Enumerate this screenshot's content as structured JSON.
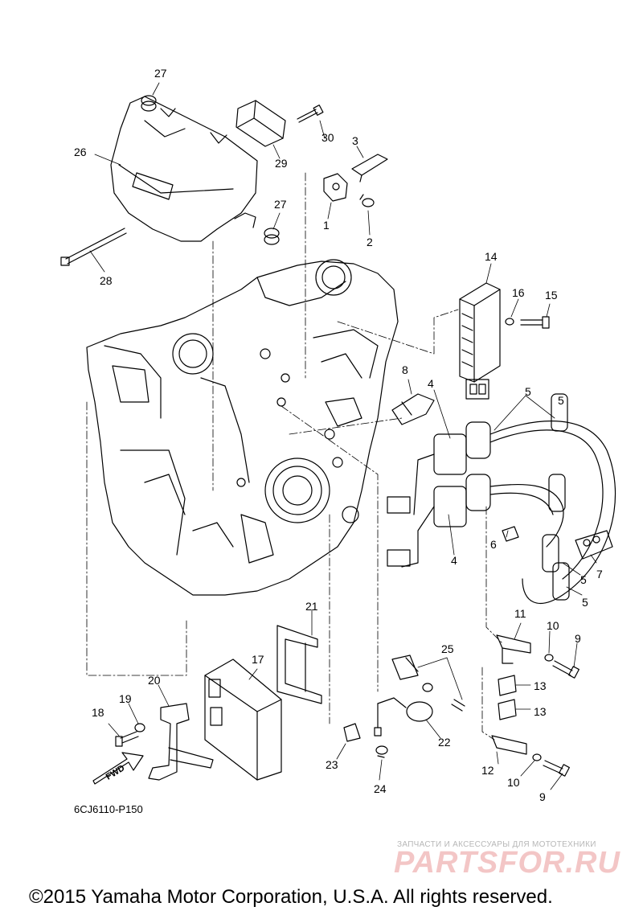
{
  "callouts": {
    "c27a": "27",
    "c26": "26",
    "c30": "30",
    "c29": "29",
    "c3": "3",
    "c1": "1",
    "c2": "2",
    "c27b": "27",
    "c28": "28",
    "c14": "14",
    "c16": "16",
    "c15": "15",
    "c8": "8",
    "c5a": "5",
    "c5b": "5",
    "c4a": "4",
    "c4b": "4",
    "c6": "6",
    "c7": "7",
    "c5c": "5",
    "c5d": "5",
    "c11": "11",
    "c10a": "10",
    "c9a": "9",
    "c21": "21",
    "c17": "17",
    "c25": "25",
    "c13a": "13",
    "c13b": "13",
    "c20": "20",
    "c19": "19",
    "c18": "18",
    "c22": "22",
    "c23": "23",
    "c24": "24",
    "c12": "12",
    "c10b": "10",
    "c9b": "9"
  },
  "fwd_label": "FWD",
  "diagram_code": "6CJ6110-P150",
  "watermark": {
    "text_ru": "ЗАПЧАСТИ И АКСЕССУАРЫ ДЛЯ МОТОТЕХНИКИ",
    "logo": "PARTSFOR.RU"
  },
  "copyright": "©2015 Yamaha Motor Corporation, U.S.A. All rights reserved."
}
